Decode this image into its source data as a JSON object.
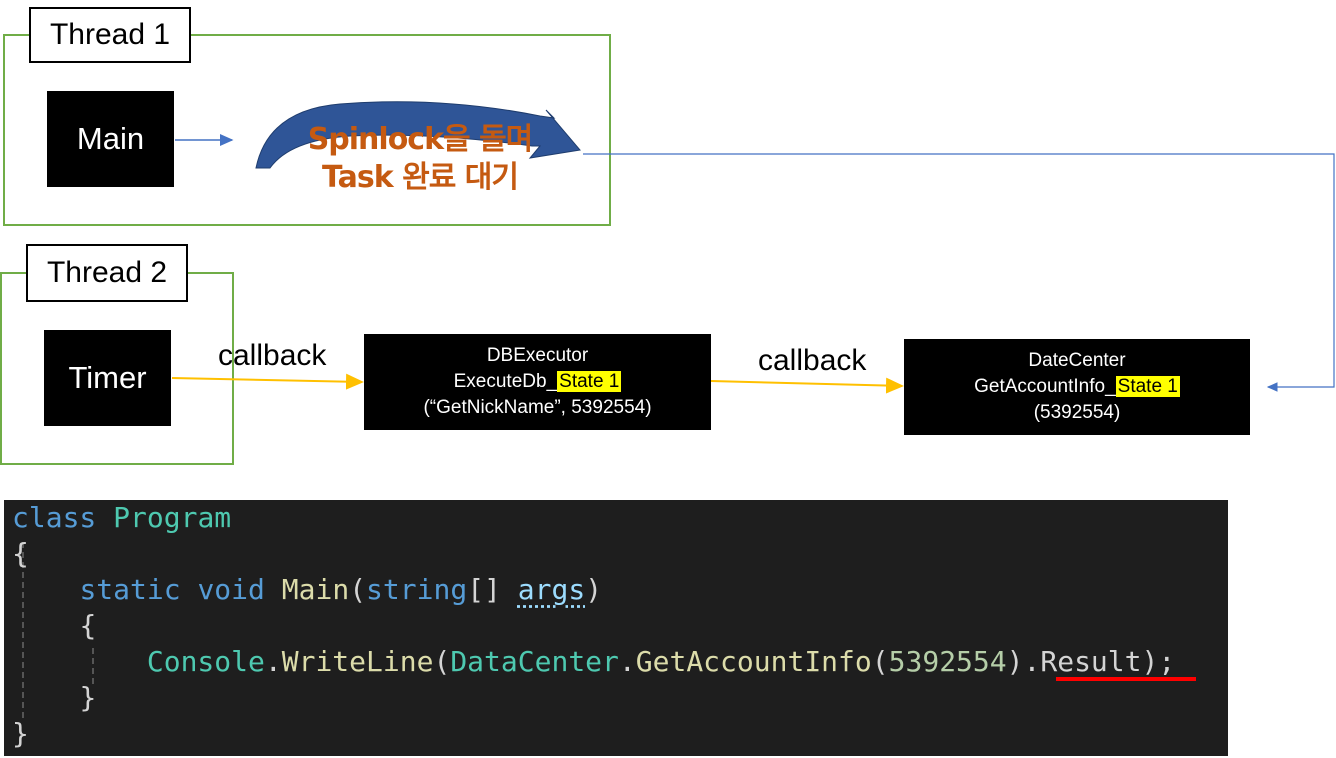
{
  "thread1": {
    "label": "Thread 1",
    "main": "Main",
    "spin_line1": "Spinlock을 돌며",
    "spin_line2": "Task 완료 대기"
  },
  "thread2": {
    "label": "Thread 2",
    "timer": "Timer"
  },
  "edges": {
    "callback1": "callback",
    "callback2": "callback"
  },
  "db_executor": {
    "title": "DBExecutor",
    "call": "ExecuteDb_",
    "state": "State 1",
    "args": "(“GetNickName”, 5392554)"
  },
  "data_center": {
    "title": "DateCenter",
    "call": "GetAccountInfo_",
    "state": "State 1",
    "args": "(5392554)"
  },
  "code": {
    "l1_kw": "class",
    "l1_type": "Program",
    "l2": "{",
    "l3_static": "static",
    "l3_void": "void",
    "l3_fn": "Main",
    "l3_open": "(",
    "l3_string": "string",
    "l3_arr": "[] ",
    "l3_param": "args",
    "l3_close": ")",
    "l4": "{",
    "l5_console": "Console",
    "l5_dot1": ".",
    "l5_write": "WriteLine",
    "l5_open": "(",
    "l5_dc": "DataCenter",
    "l5_dot2": ".",
    "l5_gai": "GetAccountInfo",
    "l5_open2": "(",
    "l5_num": "5392554",
    "l5_close": ")",
    "l5_result": ".Result",
    "l5_end": ");",
    "l6": "}",
    "l7": "}"
  },
  "colors": {
    "thread_border": "#70ad47",
    "callback_arrow": "#ffc000",
    "main_arrow": "#4472c4",
    "spin_arc": "#2f5597",
    "spin_text": "#c55a11",
    "highlight": "#ffff00",
    "result_underline": "#ff0000"
  }
}
